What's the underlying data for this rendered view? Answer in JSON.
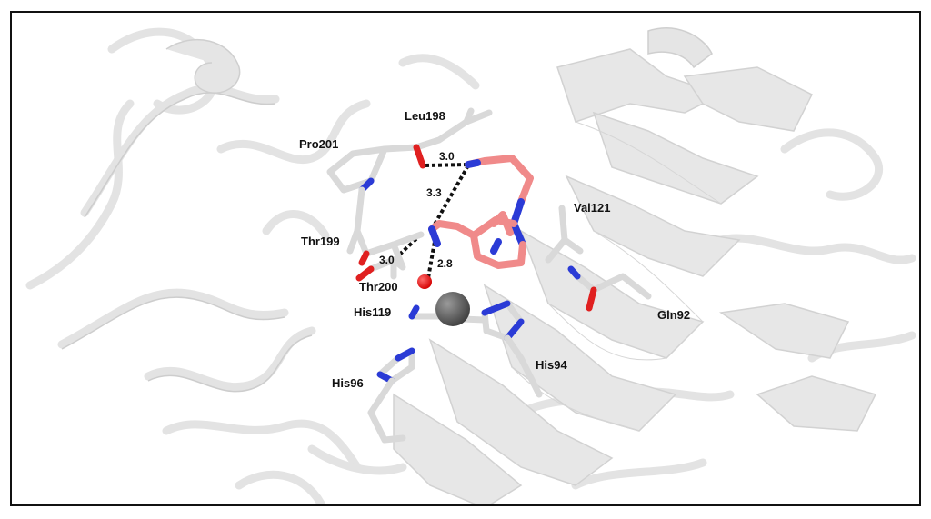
{
  "residues": {
    "leu198": "Leu198",
    "pro201": "Pro201",
    "thr199": "Thr199",
    "thr200": "Thr200",
    "his119": "His119",
    "his96": "His96",
    "his94": "His94",
    "val121": "Val121",
    "gln92": "Gln92"
  },
  "distances": {
    "d1": "3.0",
    "d2": "3.3",
    "d3": "3.0",
    "d4": "2.8"
  },
  "colors": {
    "protein": "#e6e6e6",
    "protein_edge": "#cfcfcf",
    "carbon": "#d9d9d9",
    "ligand_carbon": "#f08a8a",
    "nitrogen": "#2b3bd6",
    "oxygen": "#e01e1e",
    "zinc": "#555555",
    "water": "#ff0000"
  }
}
